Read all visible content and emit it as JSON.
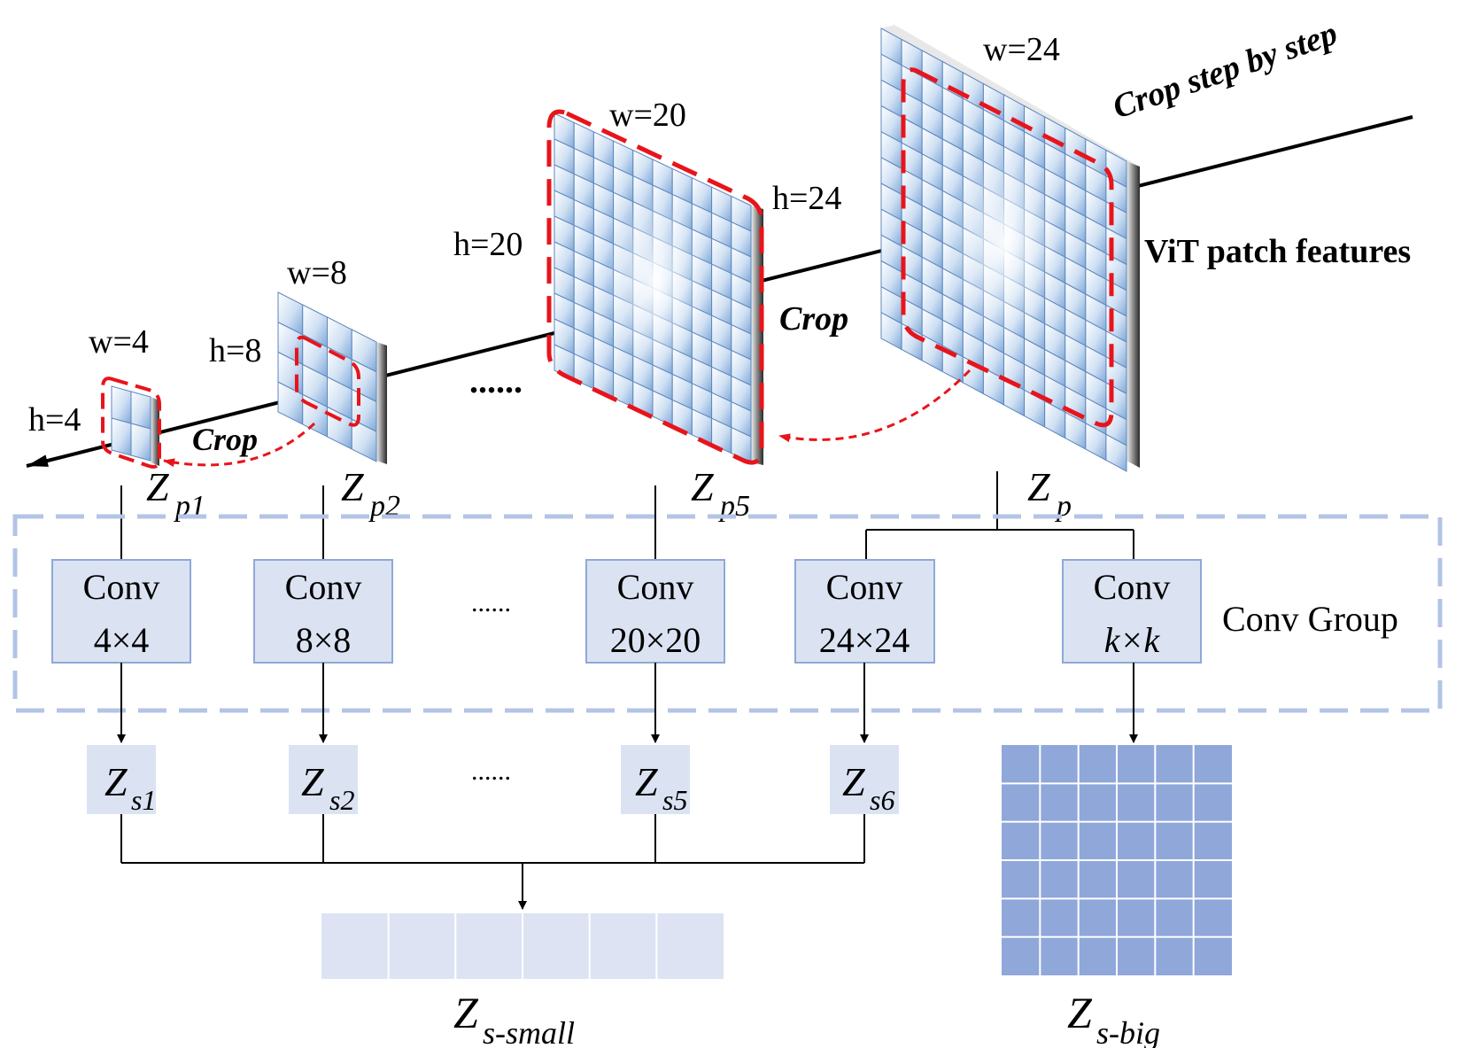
{
  "top_labels": {
    "crop_step_by_step": "Crop step by step",
    "vit_patch_features": "ViT patch features",
    "crop_1": "Crop",
    "crop_2": "Crop",
    "ellipsis_top": "......"
  },
  "feature_maps": [
    {
      "id": "zp1",
      "w_label": "w=4",
      "h_label": "h=4",
      "z_main": "Z",
      "z_sub": "p1"
    },
    {
      "id": "zp2",
      "w_label": "w=8",
      "h_label": "h=8",
      "z_main": "Z",
      "z_sub": "p2"
    },
    {
      "id": "zp5",
      "w_label": "w=20",
      "h_label": "h=20",
      "z_main": "Z",
      "z_sub": "p5"
    },
    {
      "id": "zp",
      "w_label": "w=24",
      "h_label": "h=24",
      "z_main": "Z",
      "z_sub": "p"
    }
  ],
  "conv_group": {
    "label": "Conv Group",
    "ellipsis": "......",
    "boxes": [
      {
        "line1": "Conv",
        "line2": "4×4"
      },
      {
        "line1": "Conv",
        "line2": "8×8"
      },
      {
        "line1": "Conv",
        "line2": "20×20"
      },
      {
        "line1": "Conv",
        "line2": "24×24"
      },
      {
        "line1": "Conv",
        "line2": "k×k"
      }
    ]
  },
  "outputs": {
    "ellipsis": "......",
    "small": [
      {
        "z_main": "Z",
        "z_sub": "s1"
      },
      {
        "z_main": "Z",
        "z_sub": "s2"
      },
      {
        "z_main": "Z",
        "z_sub": "s5"
      },
      {
        "z_main": "Z",
        "z_sub": "s6"
      }
    ],
    "s_small": {
      "z_main": "Z",
      "z_sub": "s-small"
    },
    "s_big": {
      "z_main": "Z",
      "z_sub": "s-big"
    }
  },
  "colors": {
    "crop_red": "#e8141b",
    "conv_box_fill": "#dbe3f3",
    "conv_box_stroke": "#8fa8d8",
    "group_dash": "#b3c4e6",
    "s_small_fill": "#dde3f3",
    "s_big_fill": "#8fa7d9",
    "tile_light": "#ffffff",
    "tile_blue": "#a9c4e6"
  }
}
